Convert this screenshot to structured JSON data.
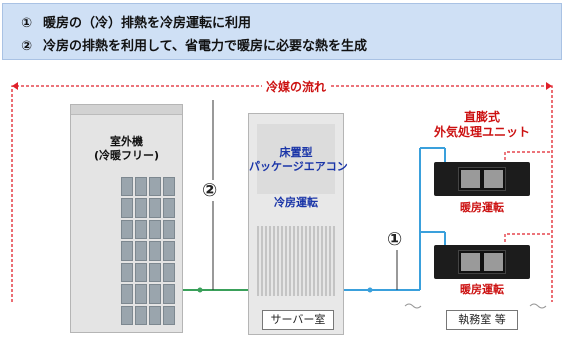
{
  "header": {
    "line1_num": "①",
    "line1_text": "暖房の（冷）排熱を冷房運転に利用",
    "line2_num": "②",
    "line2_text": "冷房の排熱を利用して、省電力で暖房に必要な熱を生成"
  },
  "flow_title": "冷媒の流れ",
  "outdoor_unit": {
    "label_line1": "室外機",
    "label_line2": "(冷暖フリー)"
  },
  "indoor_unit": {
    "label_line1": "床置型",
    "label_line2": "パッケージエアコン",
    "mode": "冷房運転",
    "room": "サーバー室"
  },
  "ventilation": {
    "title_line1": "直膨式",
    "title_line2": "外気処理ユニット",
    "unit1_mode": "暖房運転",
    "unit2_mode": "暖房運転",
    "room": "執務室 等"
  },
  "markers": {
    "one": "①",
    "two": "②"
  },
  "colors": {
    "refrigerant_line": "#e0202a",
    "pipe_blue": "#3aa0dc",
    "pipe_green": "#3aa05a",
    "header_bg": "#cfe0f5"
  }
}
